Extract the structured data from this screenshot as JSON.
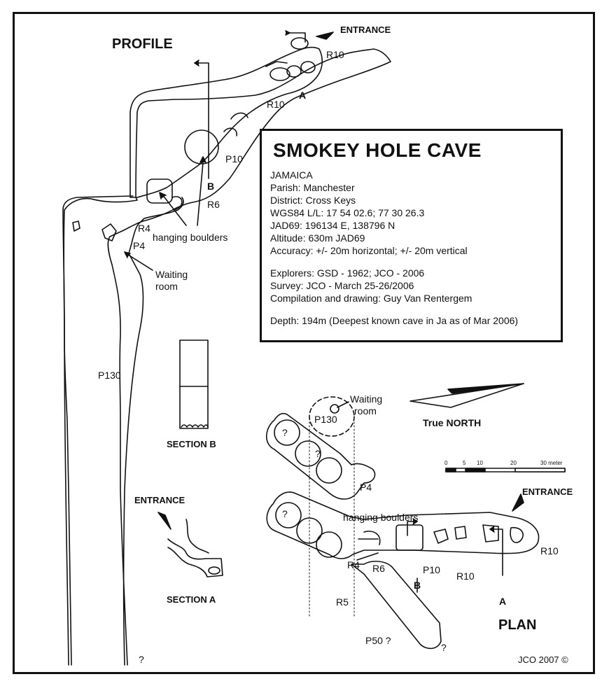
{
  "info": {
    "title": "SMOKEY HOLE CAVE",
    "country": "JAMAICA",
    "parish": "Parish: Manchester",
    "district": "District: Cross Keys",
    "wgs84": "WGS84 L/L: 17 54 02.6; 77 30 26.3",
    "jad69": "JAD69: 196134 E, 138796 N",
    "altitude": "Altitude: 630m JAD69",
    "accuracy": "Accuracy: +/- 20m horizontal; +/- 20m vertical",
    "explorers": "Explorers: GSD - 1962; JCO - 2006",
    "survey": "Survey: JCO - March 25-26/2006",
    "compilation": "Compilation and drawing: Guy Van Rentergem",
    "depth": "Depth: 194m (Deepest known cave in Ja as of Mar 2006)"
  },
  "profile": {
    "title": "PROFILE",
    "entrance": "ENTRANCE",
    "r10_top": "R10",
    "marker_a": "A",
    "r10_mid": "R10",
    "p10": "P10",
    "marker_b": "B",
    "r6": "R6",
    "r4": "R4",
    "p4": "P4",
    "hanging_boulders": "hanging boulders",
    "waiting_room_1": "Waiting",
    "waiting_room_2": "room",
    "p130": "P130",
    "question": "?"
  },
  "sections": {
    "section_b": "SECTION B",
    "section_a": "SECTION A",
    "entrance": "ENTRANCE"
  },
  "plan": {
    "title": "PLAN",
    "waiting_room_1": "Waiting",
    "waiting_room_2": "room",
    "p130": "P130",
    "true_north": "True NORTH",
    "scale_labels": [
      "0",
      "5",
      "10",
      "20",
      "30 meter"
    ],
    "entrance": "ENTRANCE",
    "hanging_boulders": "hanging boulders",
    "p4": "P4",
    "r4": "R4",
    "r6": "R6",
    "p10": "P10",
    "r10_right": "R10",
    "r10_bottom": "R10",
    "marker_b": "B",
    "marker_a": "A",
    "r5": "R5",
    "p50": "P50 ?",
    "q1": "?",
    "q2": "?",
    "q3": "?",
    "q4": "?"
  },
  "credit": "JCO 2007 ©"
}
